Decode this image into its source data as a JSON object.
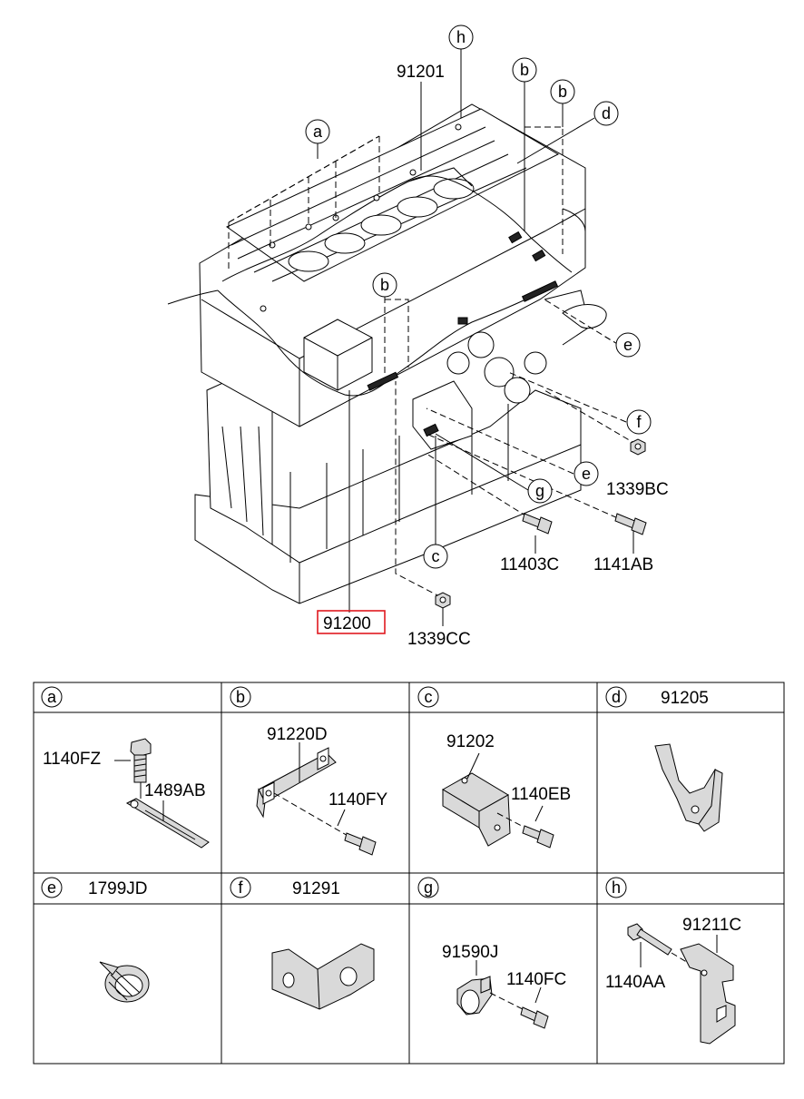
{
  "main_diagram": {
    "harness_part": "91200",
    "sub_harness_part": "91201",
    "callouts": {
      "a": "a",
      "b": "b",
      "c": "c",
      "d": "d",
      "e": "e",
      "f": "f",
      "g": "g",
      "h": "h"
    },
    "fasteners": {
      "nut_1": "1339BC",
      "nut_2": "1339CC",
      "bolt_1": "11403C",
      "bolt_2": "1141AB"
    }
  },
  "legend": {
    "cells": [
      {
        "letter": "a",
        "header_part": "",
        "parts": [
          "1140FZ",
          "1489AB"
        ]
      },
      {
        "letter": "b",
        "header_part": "",
        "parts": [
          "91220D",
          "1140FY"
        ]
      },
      {
        "letter": "c",
        "header_part": "",
        "parts": [
          "91202",
          "1140EB"
        ]
      },
      {
        "letter": "d",
        "header_part": "91205",
        "parts": []
      },
      {
        "letter": "e",
        "header_part": "1799JD",
        "parts": []
      },
      {
        "letter": "f",
        "header_part": "91291",
        "parts": []
      },
      {
        "letter": "g",
        "header_part": "",
        "parts": [
          "91590J",
          "1140FC"
        ]
      },
      {
        "letter": "h",
        "header_part": "",
        "parts": [
          "91211C",
          "1140AA"
        ]
      }
    ]
  },
  "colors": {
    "line": "#000000",
    "highlight": "#e0191f",
    "background": "#ffffff"
  }
}
